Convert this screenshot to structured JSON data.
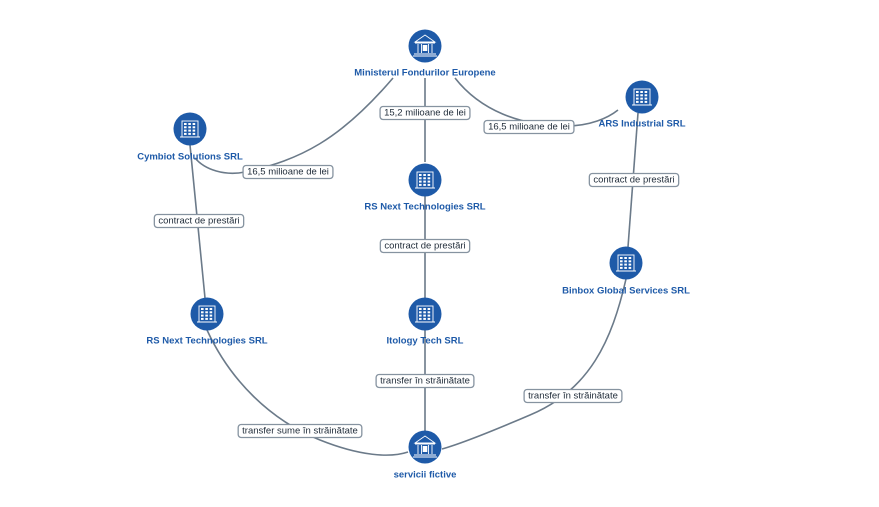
{
  "diagram": {
    "nodes": [
      {
        "id": "minister",
        "label": "Ministerul Fondurilor Europene",
        "icon": "bank-icon"
      },
      {
        "id": "cymbiot",
        "label": "Cymbiot Solutions SRL",
        "icon": "building-icon"
      },
      {
        "id": "ars",
        "label": "ARS Industrial SRL",
        "icon": "building-icon"
      },
      {
        "id": "rsnext_center",
        "label": "RS Next Technologies SRL",
        "icon": "building-icon"
      },
      {
        "id": "binbox",
        "label": "Binbox Global Services SRL",
        "icon": "building-icon"
      },
      {
        "id": "rsnext_left",
        "label": "RS Next Technologies SRL",
        "icon": "building-icon"
      },
      {
        "id": "itology",
        "label": "Itology Tech SRL",
        "icon": "building-icon"
      },
      {
        "id": "servicii",
        "label": "servicii fictive",
        "icon": "bank-icon"
      }
    ],
    "edges": [
      {
        "from": "minister",
        "to": "cymbiot",
        "label": "16,5 milioane de lei"
      },
      {
        "from": "minister",
        "to": "rsnext_center",
        "label": "15,2 milioane de lei"
      },
      {
        "from": "minister",
        "to": "ars",
        "label": "16,5 milioane de lei"
      },
      {
        "from": "cymbiot",
        "to": "rsnext_left",
        "label": "contract de prestări"
      },
      {
        "from": "rsnext_center",
        "to": "itology",
        "label": "contract de prestări"
      },
      {
        "from": "ars",
        "to": "binbox",
        "label": "contract de prestări"
      },
      {
        "from": "rsnext_left",
        "to": "servicii",
        "label": "transfer sume în străinătate"
      },
      {
        "from": "itology",
        "to": "servicii",
        "label": "transfer în străinătate"
      },
      {
        "from": "binbox",
        "to": "servicii",
        "label": "transfer în străinătate"
      }
    ]
  },
  "colors": {
    "node": "#1e5aa8",
    "edge": "#6b7a89",
    "label_text": "#1f2b38"
  }
}
